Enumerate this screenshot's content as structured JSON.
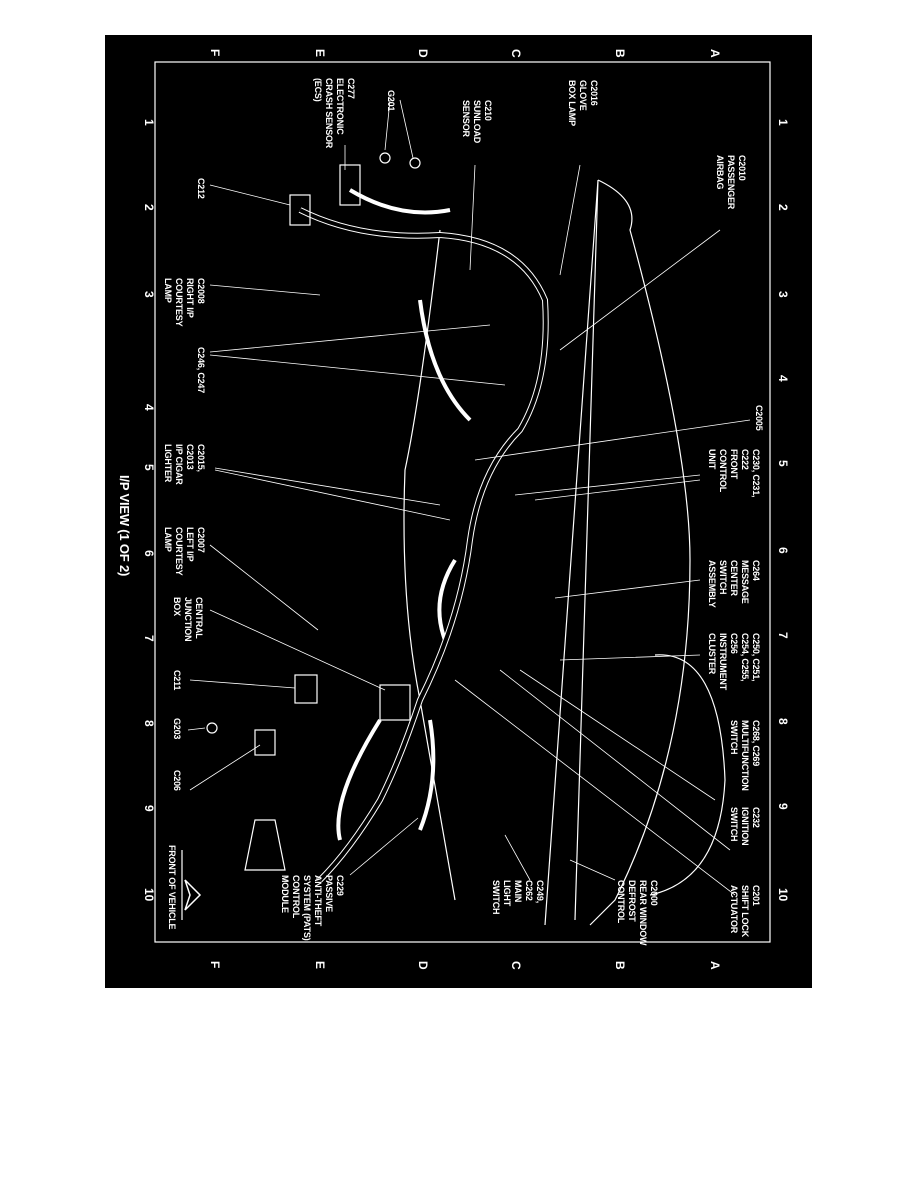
{
  "title": "I/P VIEW (1 OF 2)",
  "orientation_note_label": "FRONT OF VEHICLE",
  "grid": {
    "rows": [
      "A",
      "B",
      "C",
      "D",
      "E",
      "F"
    ],
    "columns": [
      "1",
      "2",
      "3",
      "4",
      "5",
      "6",
      "7",
      "8",
      "9",
      "10"
    ]
  },
  "labels": {
    "c2010": "C2010\nPASSENGER\nAIRBAG",
    "c2005": "C2005",
    "c230": "C230, C231,\nC222\nFRONT\nCONTROL\nUNIT",
    "c264": "C264\nMESSAGE\nCENTER\nSWITCH\nASSEMBLY",
    "c250": "C250, C251,\nC254, C255,\nC256\nINSTRUMENT\nCLUSTER",
    "c268": "C268, C269\nMULTIFUNCTION\nSWITCH",
    "c232": "C232\nIGNITION\nSWITCH",
    "c201": "C201\nSHIFT LOCK\nACTUATOR",
    "c2000": "C2000\nREAR WINDOW\nDEFROST\nCONTROL",
    "c249": "C249,\nC262\nMAIN\nLIGHT\nSWITCH",
    "c229": "C229\nPASSIVE\nANTI-THEFT\nSYSTEM (PATS)\nCONTROL\nMODULE",
    "c206": "C206",
    "g203": "G203",
    "c211": "C211",
    "cjb": "CENTRAL\nJUNCTION\nBOX",
    "c2007": "C2007\nLEFT I/P\nCOURTESY\nLAMP",
    "c2015": "C2015,\nC2013\nI/P CIGAR\nLIGHTER",
    "c246": "C246, C247",
    "c2008": "C2008\nRIGHT I/P\nCOURTESY\nLAMP",
    "c212": "C212",
    "c277": "C277\nELECTRONIC\nCRASH SENSOR\n(ECS)",
    "g201": "G201",
    "c210": "C210\nSUNLOAD\nSENSOR",
    "c2016": "C2016\nGLOVE\nBOX LAMP"
  },
  "colors": {
    "background": "#000000",
    "linework": "#ffffff",
    "page": "#ffffff"
  }
}
